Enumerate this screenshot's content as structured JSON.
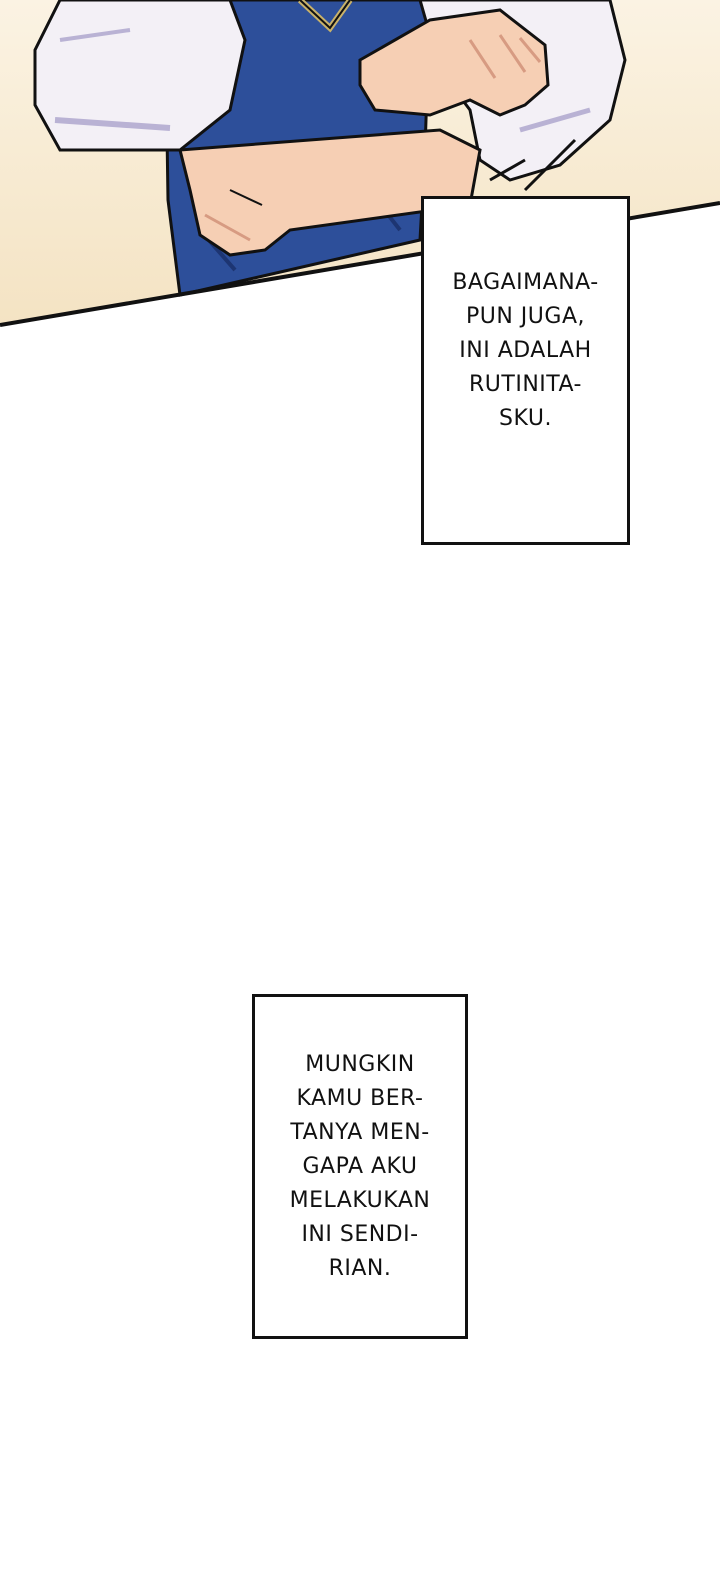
{
  "page": {
    "background": "#ffffff"
  },
  "panel": {
    "colors": {
      "background": "#f6ead2",
      "sleeve": "#f3f0f6",
      "sleeve_shadow": "#b9b2d4",
      "vest": "#2d4f9a",
      "vest_shadow": "#1d3572",
      "skin": "#f6cfb4",
      "skin_shadow": "#d79b82",
      "outline": "#111111"
    }
  },
  "captions": [
    {
      "lines": [
        "BAGAIMANA-",
        "PUN JUGA,",
        "INI ADALAH",
        "RUTINITA-",
        "SKU."
      ]
    },
    {
      "lines": [
        "MUNGKIN",
        "KAMU BER-",
        "TANYA MEN-",
        "GAPA AKU",
        "MELAKUKAN",
        "INI SENDI-",
        "RIAN."
      ]
    }
  ]
}
